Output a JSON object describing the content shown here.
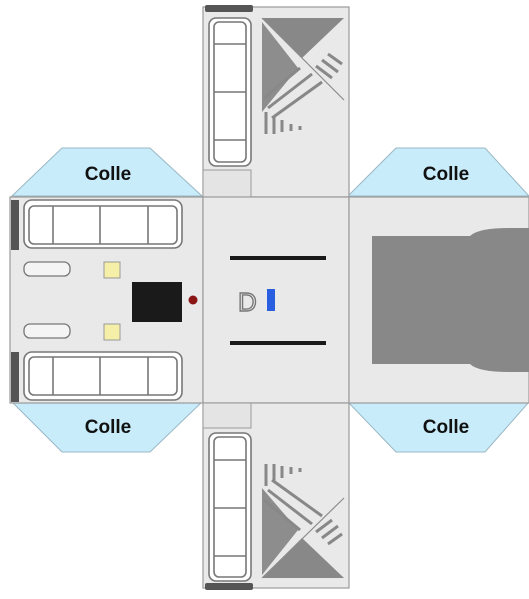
{
  "template": {
    "glue_tabs": [
      {
        "id": "top-left",
        "label": "Colle"
      },
      {
        "id": "top-right",
        "label": "Colle"
      },
      {
        "id": "bottom-left",
        "label": "Colle"
      },
      {
        "id": "bottom-right",
        "label": "Colle"
      }
    ],
    "center_marking": "D",
    "colors": {
      "panel": "#e9e9e9",
      "panel_stroke": "#9a9a9a",
      "glue_tab": "#c8ecf9",
      "dark_gray": "#888888",
      "black": "#1a1a1a",
      "blue": "#2a5ee0",
      "yellow": "#f6efa8",
      "red": "#8b1414"
    }
  }
}
